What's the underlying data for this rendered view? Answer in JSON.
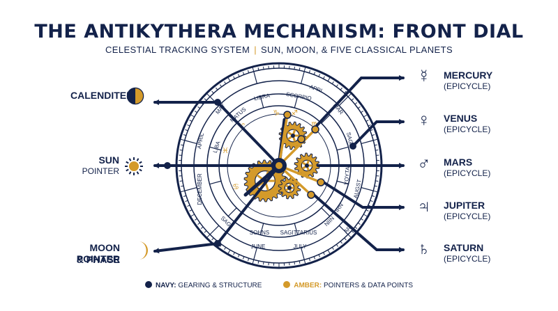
{
  "title": "THE ANTIKYTHERA MECHANISM: FRONT DIAL",
  "subtitle": {
    "left": "CELESTIAL TRACKING SYSTEM",
    "separator": "|",
    "right": "SUN, MOON, & FIVE CLASSICAL PLANETS"
  },
  "left_labels": {
    "calenditer": "CALENDITER",
    "sun_title": "SUN",
    "sun_sub": "POINTER",
    "moon_line1": "MOON POINTER",
    "moon_line2": "& PHASE"
  },
  "planets": [
    {
      "name": "MERCURY",
      "sub": "(EPICYCLE)",
      "symbol": "☿"
    },
    {
      "name": "VENUS",
      "sub": "(EPICYCLE)",
      "symbol": "♀"
    },
    {
      "name": "MARS",
      "sub": "(EPICYCLE)",
      "symbol": "♂"
    },
    {
      "name": "JUPITER",
      "sub": "(EPICYCLE)",
      "symbol": "♃"
    },
    {
      "name": "SATURN",
      "sub": "(EPICYCLE)",
      "symbol": "♄"
    }
  ],
  "dial_text": {
    "months": [
      "APRI",
      "MAR",
      "SAGI",
      "AUGST",
      "YOYTA",
      "FIRN",
      "JULY",
      "JUNE",
      "AR",
      "DECEMBER",
      "APRIL",
      "MAY"
    ],
    "zodiac": [
      "SCORPIO",
      "LIBRA",
      "MATUS",
      "LIBA",
      "SAGITTARIUS",
      "SOHNS",
      "NIIN",
      "SAG"
    ],
    "zodiac_symbols": [
      "♑",
      "♐",
      "♍",
      "♓",
      "♈",
      "♋"
    ]
  },
  "legend": [
    {
      "key": "NAVY:",
      "text": "GEARING & STRUCTURE",
      "color": "#13224a"
    },
    {
      "key": "AMBER:",
      "text": "POINTERS & DATA POINTS",
      "color": "#d49a2a"
    }
  ],
  "colors": {
    "navy": "#13224a",
    "amber": "#d49a2a",
    "background": "#ffffff"
  }
}
